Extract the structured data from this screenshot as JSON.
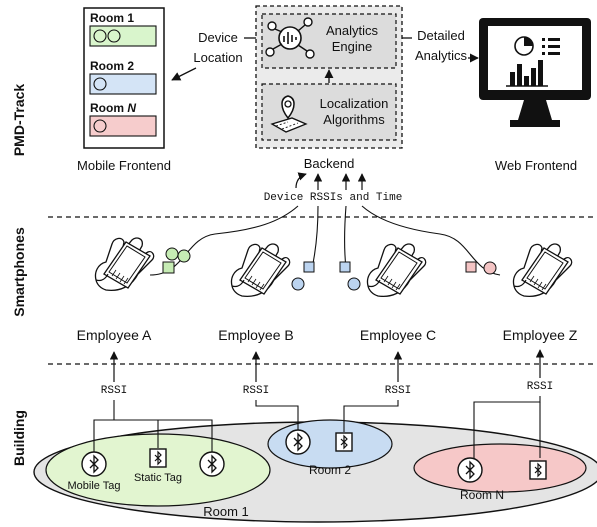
{
  "sections": {
    "pmd_track": "PMD-Track",
    "smartphones": "Smartphones",
    "building": "Building"
  },
  "mobile_frontend": {
    "caption": "Mobile Frontend",
    "room1": "Room 1",
    "room2": "Room 2",
    "roomN_prefix": "Room ",
    "roomN_var": "N"
  },
  "backend": {
    "caption": "Backend",
    "analytics_engine": [
      "Analytics",
      "Engine"
    ],
    "localization": [
      "Localization",
      "Algorithms"
    ]
  },
  "web_frontend": {
    "caption": "Web Frontend"
  },
  "arrows": {
    "device_location": [
      "Device",
      "Location"
    ],
    "detailed_analytics": [
      "Detailed",
      "Analytics"
    ],
    "rssi_time": "Device RSSIs and Time",
    "rssi": "RSSI"
  },
  "employees": [
    "Employee A",
    "Employee B",
    "Employee C",
    "Employee Z"
  ],
  "rooms": {
    "room1": "Room 1",
    "room2": "Room 2",
    "roomN": "Room N",
    "mobile_tag": "Mobile Tag",
    "static_tag": "Static Tag"
  },
  "colors": {
    "room1_fill": "#e2f5d0",
    "room2_fill": "#c8dcf2",
    "roomN_fill": "#f6c8c8",
    "building_fill": "#e4e4e4",
    "box_fill": "#e6e6e6"
  }
}
